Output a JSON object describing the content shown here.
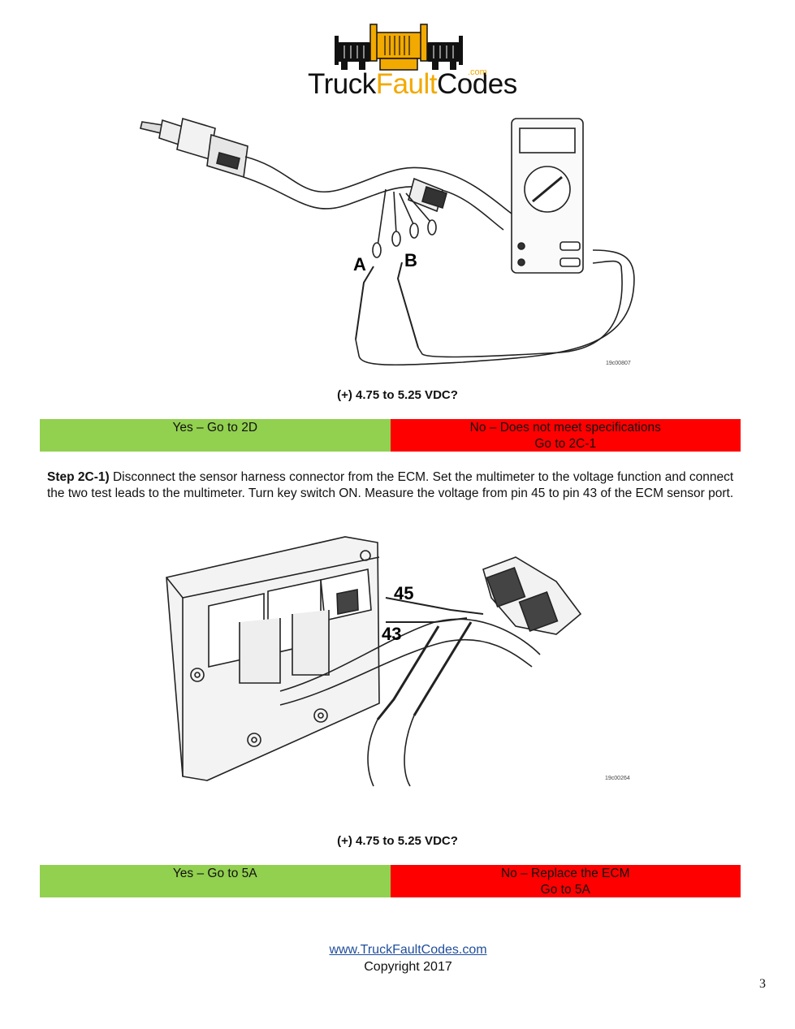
{
  "brand": {
    "part1": "Truck",
    "part2": "Fault",
    "part3": "Codes",
    "suffix": ".com",
    "accent_color": "#f2a900"
  },
  "figure1": {
    "label_a": "A",
    "label_b": "B",
    "code": "19c00807"
  },
  "question1": "(+) 4.75 to 5.25 VDC?",
  "decision1": {
    "yes": "Yes – Go to 2D",
    "no_line1": "No – Does not meet specifications",
    "no_line2": "Go to 2C-1",
    "yes_color": "#92d050",
    "no_color": "#ff0000"
  },
  "step": {
    "label": "Step 2C-1)",
    "text": " Disconnect the sensor harness connector from the ECM. Set the multimeter to the voltage function and connect the two test leads to the multimeter. Turn key switch ON. Measure the voltage from pin 45 to pin 43 of the ECM sensor port."
  },
  "figure2": {
    "pin_a": "45",
    "pin_b": "43",
    "code": "19c00264"
  },
  "question2": "(+) 4.75 to 5.25 VDC?",
  "decision2": {
    "yes": "Yes – Go to 5A",
    "no_line1": "No – Replace the ECM",
    "no_line2": "Go to 5A"
  },
  "footer": {
    "link": "www.TruckFaultCodes.com",
    "copyright": "Copyright 2017"
  },
  "page_number": "3"
}
